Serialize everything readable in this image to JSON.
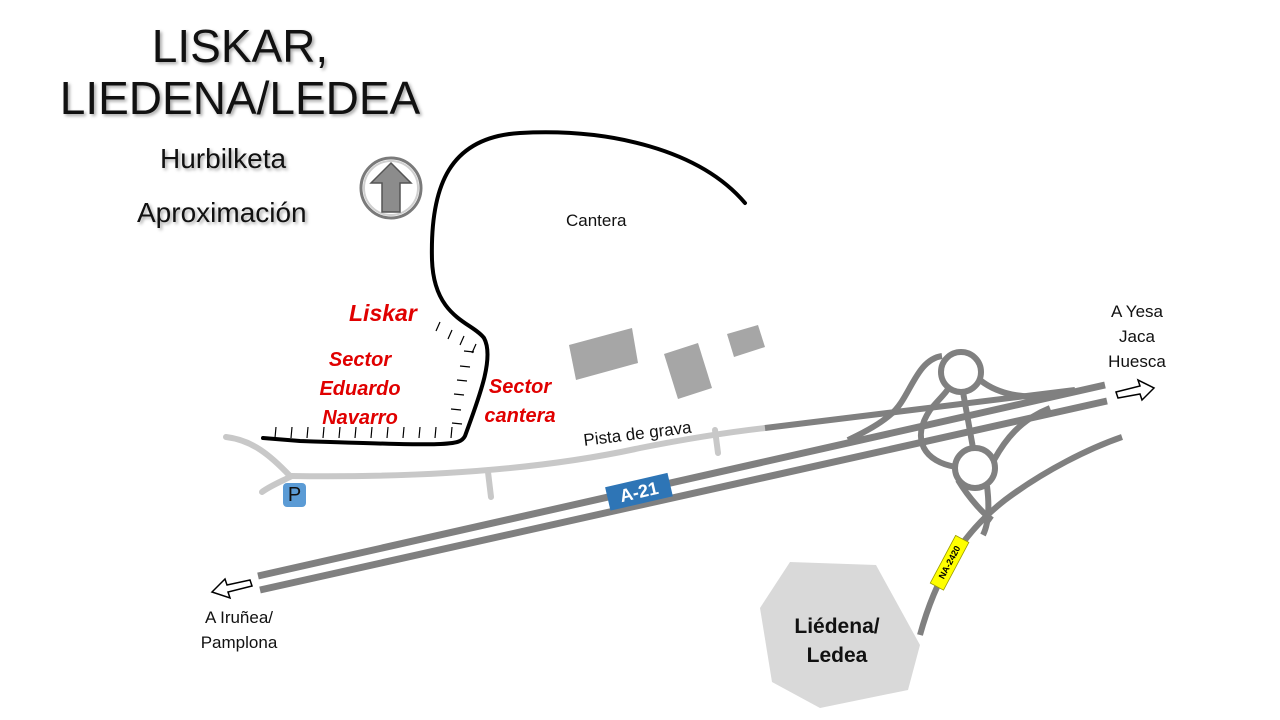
{
  "header": {
    "title_line1": "LISKAR,",
    "title_line2": "LIEDENA/LEDEA",
    "subtitle_eu": "Hurbilketa",
    "subtitle_es": "Aproximación"
  },
  "labels": {
    "liskar": "Liskar",
    "sector_eduardo_line1": "Sector",
    "sector_eduardo_line2": "Eduardo",
    "sector_eduardo_line3": "Navarro",
    "sector_cantera_line1": "Sector",
    "sector_cantera_line2": "cantera",
    "cantera": "Cantera",
    "gravel_track": "Pista de grava",
    "motorway": "A-21",
    "regional_road": "NA-2420",
    "parking": "P",
    "dest_east_line1": "A Yesa",
    "dest_east_line2": "Jaca",
    "dest_east_line3": "Huesca",
    "dest_west_line1": "A Iruñea/",
    "dest_west_line2": "Pamplona",
    "town_line1": "Liédena/",
    "town_line2": "Ledea"
  },
  "colors": {
    "road": "#808080",
    "gravel": "#c8c8c8",
    "cliff": "#000000",
    "building": "#a6a6a6",
    "town_area": "#d9d9d9",
    "motorway_badge": "#2e75b6",
    "regional_badge": "#ffff00",
    "climbing_label": "#e00000"
  },
  "icons": {
    "north_arrow": "north-arrow-icon",
    "east_arrow": "right-arrow-icon",
    "west_arrow": "left-arrow-icon"
  }
}
